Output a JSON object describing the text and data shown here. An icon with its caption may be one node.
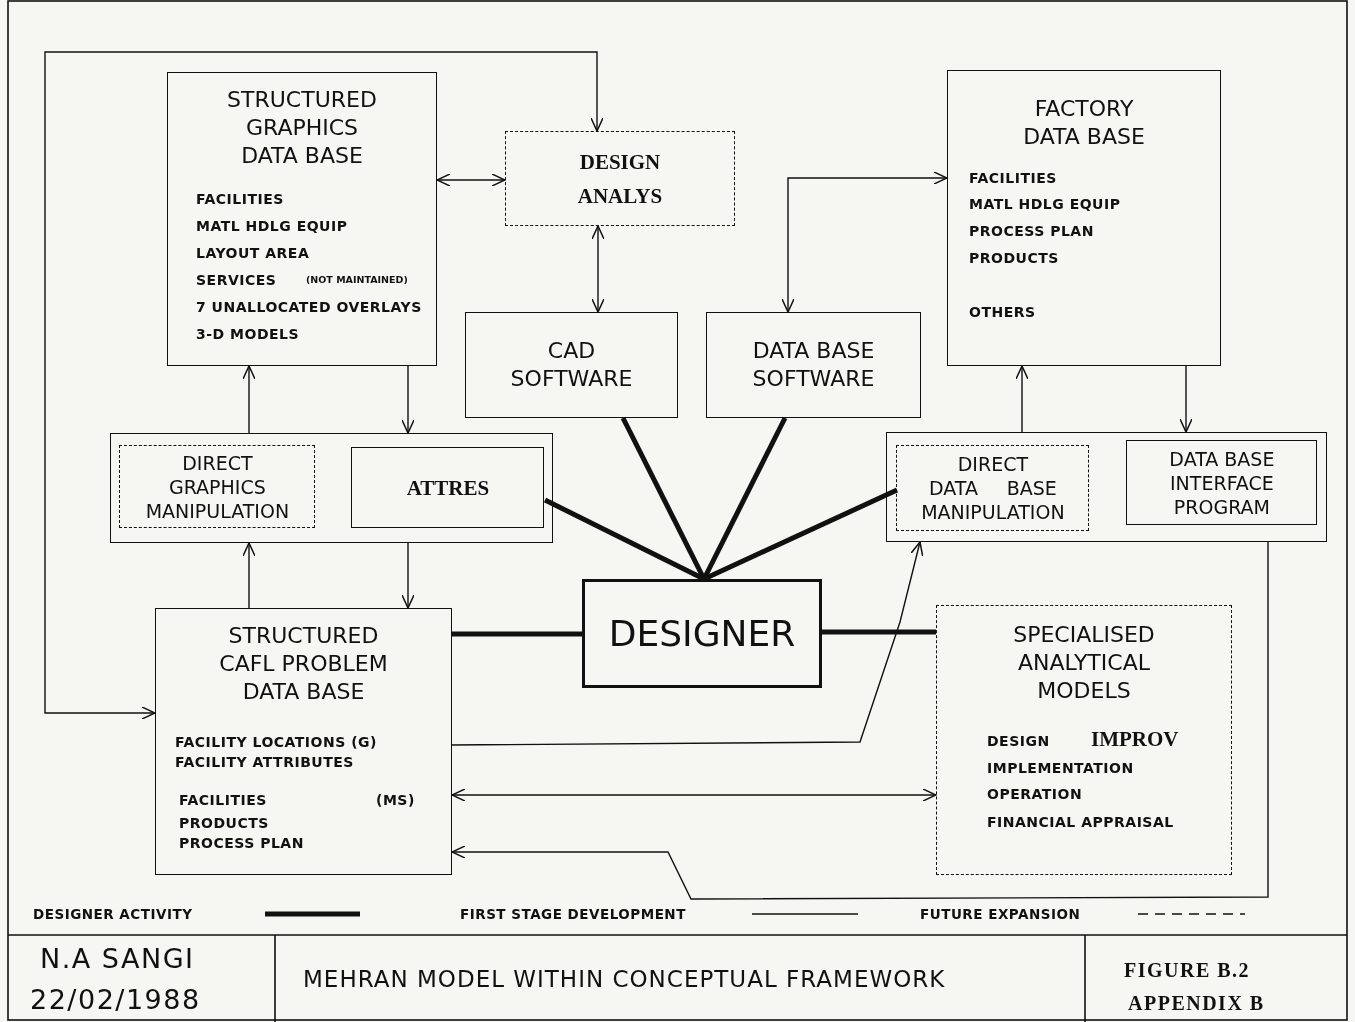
{
  "diagram": {
    "title": "MEHRAN MODEL WITHIN CONCEPTUAL FRAMEWORK",
    "nodes": [
      {
        "text": [
          "STRUCTURED GRAPHICS DATA BASE",
          "FACILITIES",
          "MATL HDLG EQUIP",
          "LAYOUT AREA",
          "SERVICES",
          "(NOT MAINTAINED)",
          "7 UNALLOCATED OVERLAYS",
          "3-D MODELS"
        ]
      },
      {
        "text": [
          "DESIGN ANALYS"
        ]
      },
      {
        "text": [
          "CAD SOFTWARE"
        ]
      },
      {
        "text": [
          "DATA BASE SOFTWARE"
        ]
      },
      {
        "text": [
          "FACTORY DATA BASE",
          "FACILITIES",
          "MATL HDLG EQUIP",
          "PROCESS PLAN",
          "PRODUCTS",
          "OTHERS"
        ]
      },
      {
        "text": [],
        "shape": "box"
      },
      {
        "text": [
          "DIRECT GRAPHICS MANIPULATION"
        ],
        "in": 5
      },
      {
        "text": [
          "ATTRES"
        ],
        "in": 5
      },
      {
        "text": [],
        "shape": "box"
      },
      {
        "text": [
          "DIRECT DATA BASE MANIPULATION"
        ],
        "in": 8
      },
      {
        "text": [
          "DATA BASE INTERFACE PROGRAM"
        ],
        "in": 8
      },
      {
        "text": [
          "DESIGNER"
        ]
      },
      {
        "text": [
          "STRUCTURED CAFL PROBLEM DATA BASE",
          "FACILITY LOCATIONS (G)",
          "FACILITY ATTRIBUTES",
          "FACILITIES",
          "(MS)",
          "PRODUCTS",
          "PROCESS PLAN"
        ]
      },
      {
        "text": [
          "SPECIALISED ANALYTICAL MODELS",
          "DESIGN",
          "IMPROV",
          "IMPLEMENTATION",
          "OPERATION",
          "FINANCIAL APPRAISAL"
        ]
      }
    ],
    "edges": [
      {
        "from": 0,
        "to": 1,
        "arrow": "both"
      },
      {
        "from": 1,
        "to": 2,
        "arrow": "both"
      },
      {
        "from": 3,
        "to": 4,
        "arrow": "both"
      },
      {
        "from": 12,
        "to": 1,
        "arrow": "both"
      },
      {
        "from": 5,
        "to": 0,
        "arrow": "to"
      },
      {
        "from": 0,
        "to": 5,
        "arrow": "to"
      },
      {
        "from": 12,
        "to": 5,
        "arrow": "to"
      },
      {
        "from": 5,
        "to": 12,
        "arrow": "to"
      },
      {
        "from": 8,
        "to": 4,
        "arrow": "to"
      },
      {
        "from": 4,
        "to": 8,
        "arrow": "to"
      },
      {
        "from": 7,
        "to": 11,
        "arrow": "none",
        "style": "thick"
      },
      {
        "from": 2,
        "to": 11,
        "arrow": "none",
        "style": "thick"
      },
      {
        "from": 3,
        "to": 11,
        "arrow": "none",
        "style": "thick"
      },
      {
        "from": 9,
        "to": 11,
        "arrow": "none",
        "style": "thick"
      },
      {
        "from": 12,
        "to": 11,
        "arrow": "none",
        "style": "thick"
      },
      {
        "from": 11,
        "to": 13,
        "arrow": "none",
        "style": "thick"
      },
      {
        "from": 12,
        "to": 8,
        "arrow": "to"
      },
      {
        "from": 12,
        "to": 13,
        "arrow": "both"
      },
      {
        "from": 8,
        "to": 12,
        "arrow": "to"
      }
    ],
    "labels": [
      "N.A SANGI",
      "22/02/1988",
      "FIGURE B.2",
      "APPENDIX B"
    ],
    "legend": [
      {
        "text": "DESIGNER ACTIVITY"
      },
      {
        "text": "FIRST STAGE DEVELOPMENT"
      },
      {
        "text": "FUTURE EXPANSION"
      }
    ]
  }
}
